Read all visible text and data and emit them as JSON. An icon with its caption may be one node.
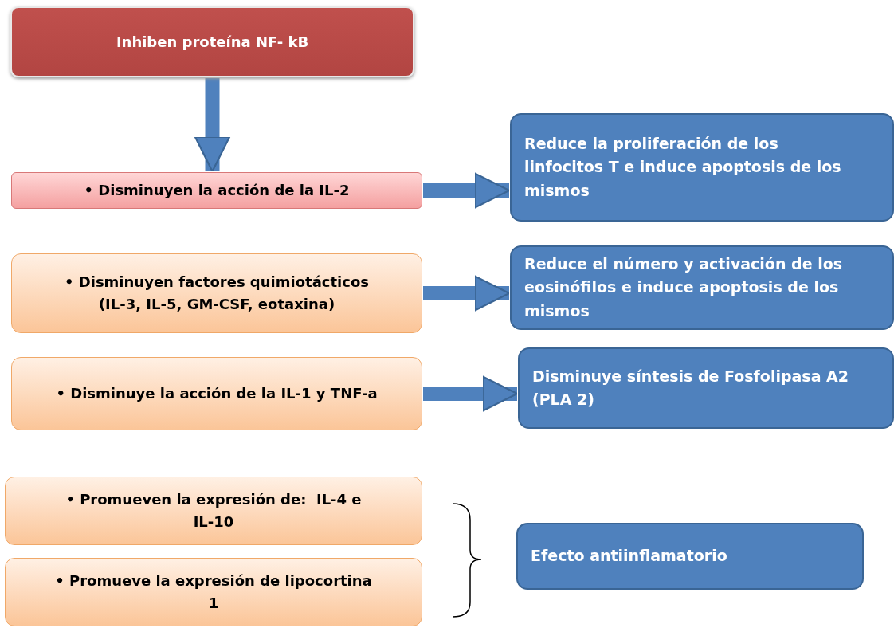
{
  "diagram": {
    "nodes": [
      {
        "text": [
          "Inhiben proteína NF- kB"
        ]
      },
      {
        "text": [
          "• Disminuyen la acción de la IL-2"
        ]
      },
      {
        "text": [
          "Reduce la proliferación de los linfocitos T e induce apoptosis de los mismos"
        ]
      },
      {
        "text": [
          "• Disminuyen factores quimiotácticos (IL-3, IL-5, GM-CSF, eotaxina)"
        ]
      },
      {
        "text": [
          "Reduce el número y activación de los eosinófilos e induce apoptosis de los mismos"
        ]
      },
      {
        "text": [
          "• Disminuye la acción de la IL-1 y TNF-a"
        ]
      },
      {
        "text": [
          "Disminuye síntesis de Fosfolipasa A2 (PLA 2)"
        ]
      },
      {
        "text": [
          "• Promueven la expresión de:  IL-4 e IL-10"
        ]
      },
      {
        "text": [
          "• Promueve la expresión de lipocortina 1"
        ]
      },
      {
        "text": [
          "Efecto antiinflamatorio"
        ]
      }
    ],
    "edges": [
      {
        "from": 0,
        "to": 1,
        "arrow": "to"
      },
      {
        "from": 1,
        "to": 2,
        "arrow": "to"
      },
      {
        "from": 3,
        "to": 4,
        "arrow": "to"
      },
      {
        "from": 5,
        "to": 6,
        "arrow": "to"
      }
    ]
  }
}
